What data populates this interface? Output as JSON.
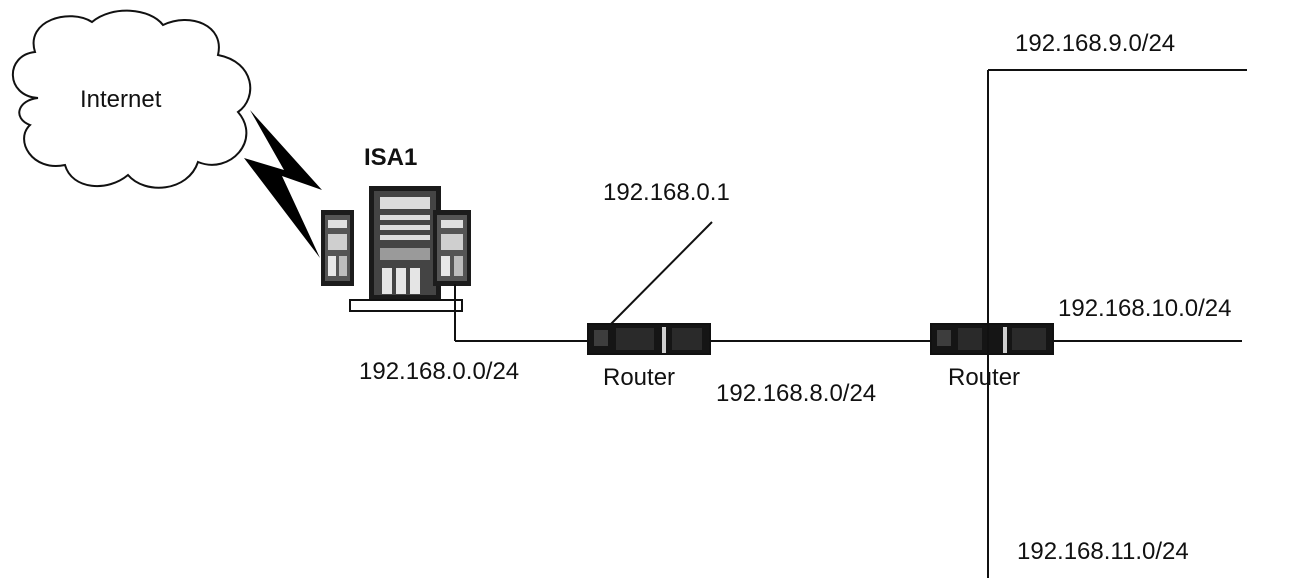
{
  "cloud": {
    "label": "Internet"
  },
  "server": {
    "label": "ISA1"
  },
  "routers": [
    {
      "label": "Router"
    },
    {
      "label": "Router"
    }
  ],
  "networks": {
    "isa_lan": "192.168.0.0/24",
    "router_ip": "192.168.0.1",
    "transit": "192.168.8.0/24",
    "net9": "192.168.9.0/24",
    "net10": "192.168.10.0/24",
    "net11": "192.168.11.0/24"
  },
  "colors": {
    "line": "#111111",
    "router_body": "#151515",
    "server_body": "#222222"
  }
}
